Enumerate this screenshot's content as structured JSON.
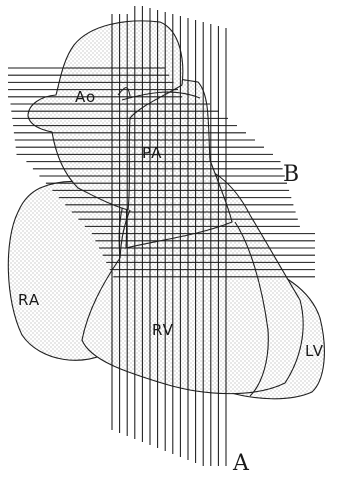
{
  "labels": {
    "ao": "Ao",
    "pa": "PA",
    "ra": "RA",
    "rv": "RV",
    "lv": "LV",
    "plane_a": "A",
    "plane_b": "B"
  },
  "colors": {
    "outline": "#222222",
    "stipple": "#9a9a9a",
    "background": "#ffffff"
  }
}
